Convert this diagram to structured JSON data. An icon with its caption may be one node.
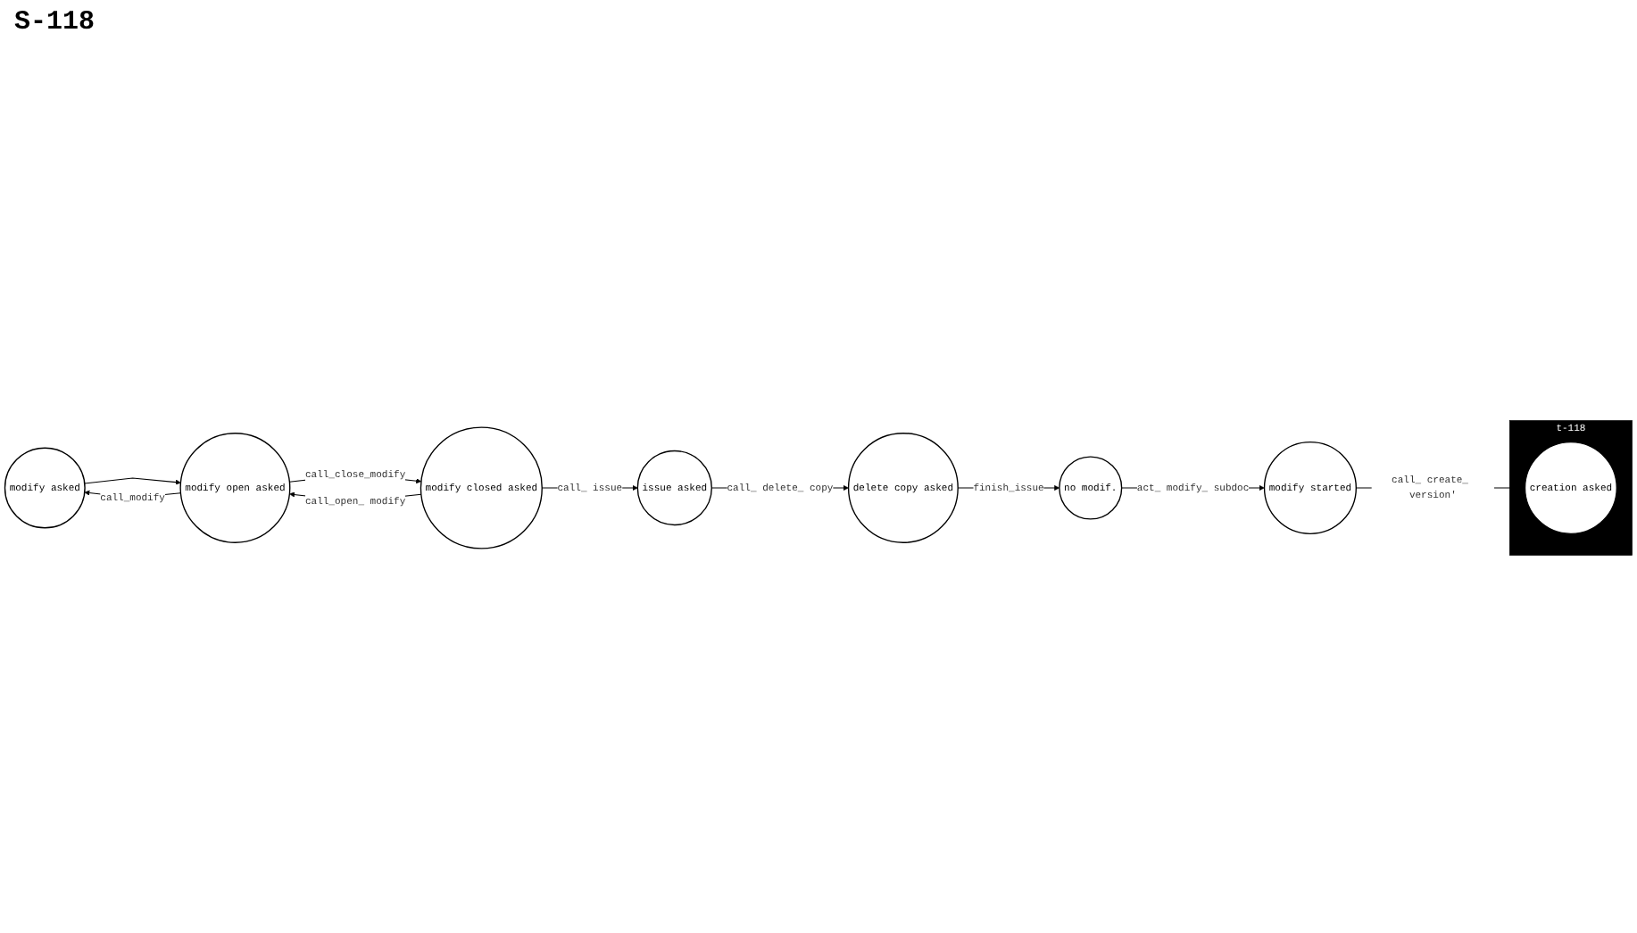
{
  "diagram": {
    "title": "S-118",
    "nodes": [
      {
        "text": [
          "no modif."
        ]
      },
      {
        "text": [
          "modify started"
        ]
      },
      {
        "text": [
          "creation asked"
        ],
        "beside": [
          "t-118"
        ]
      },
      {
        "text": [
          "modify asked"
        ]
      },
      {
        "text": [
          "modify open asked"
        ]
      },
      {
        "text": [
          "modify closed asked"
        ]
      },
      {
        "text": [
          "issue asked"
        ]
      },
      {
        "text": [
          "delete copy asked"
        ]
      }
    ],
    "edges": [
      {
        "from": 0,
        "to": 1,
        "arrow": "to",
        "label": "act_ modify_ subdoc"
      },
      {
        "from": 1,
        "to": 2,
        "arrow": "to",
        "label": "call_ create_ version'"
      },
      {
        "from": 4,
        "to": 3,
        "arrow": "to",
        "label": "call_modify"
      },
      {
        "from": 3,
        "to": 4,
        "arrow": "to"
      },
      {
        "from": 5,
        "to": 4,
        "arrow": "to",
        "label": "call_open_ modify"
      },
      {
        "from": 4,
        "to": 5,
        "arrow": "to",
        "label": "call_close_modify"
      },
      {
        "from": 5,
        "to": 6,
        "arrow": "to",
        "label": "call_ issue"
      },
      {
        "from": 6,
        "to": 7,
        "arrow": "to",
        "label": "call_ delete_ copy"
      },
      {
        "from": 7,
        "to": 0,
        "arrow": "to",
        "label": "finish_issue"
      }
    ]
  }
}
